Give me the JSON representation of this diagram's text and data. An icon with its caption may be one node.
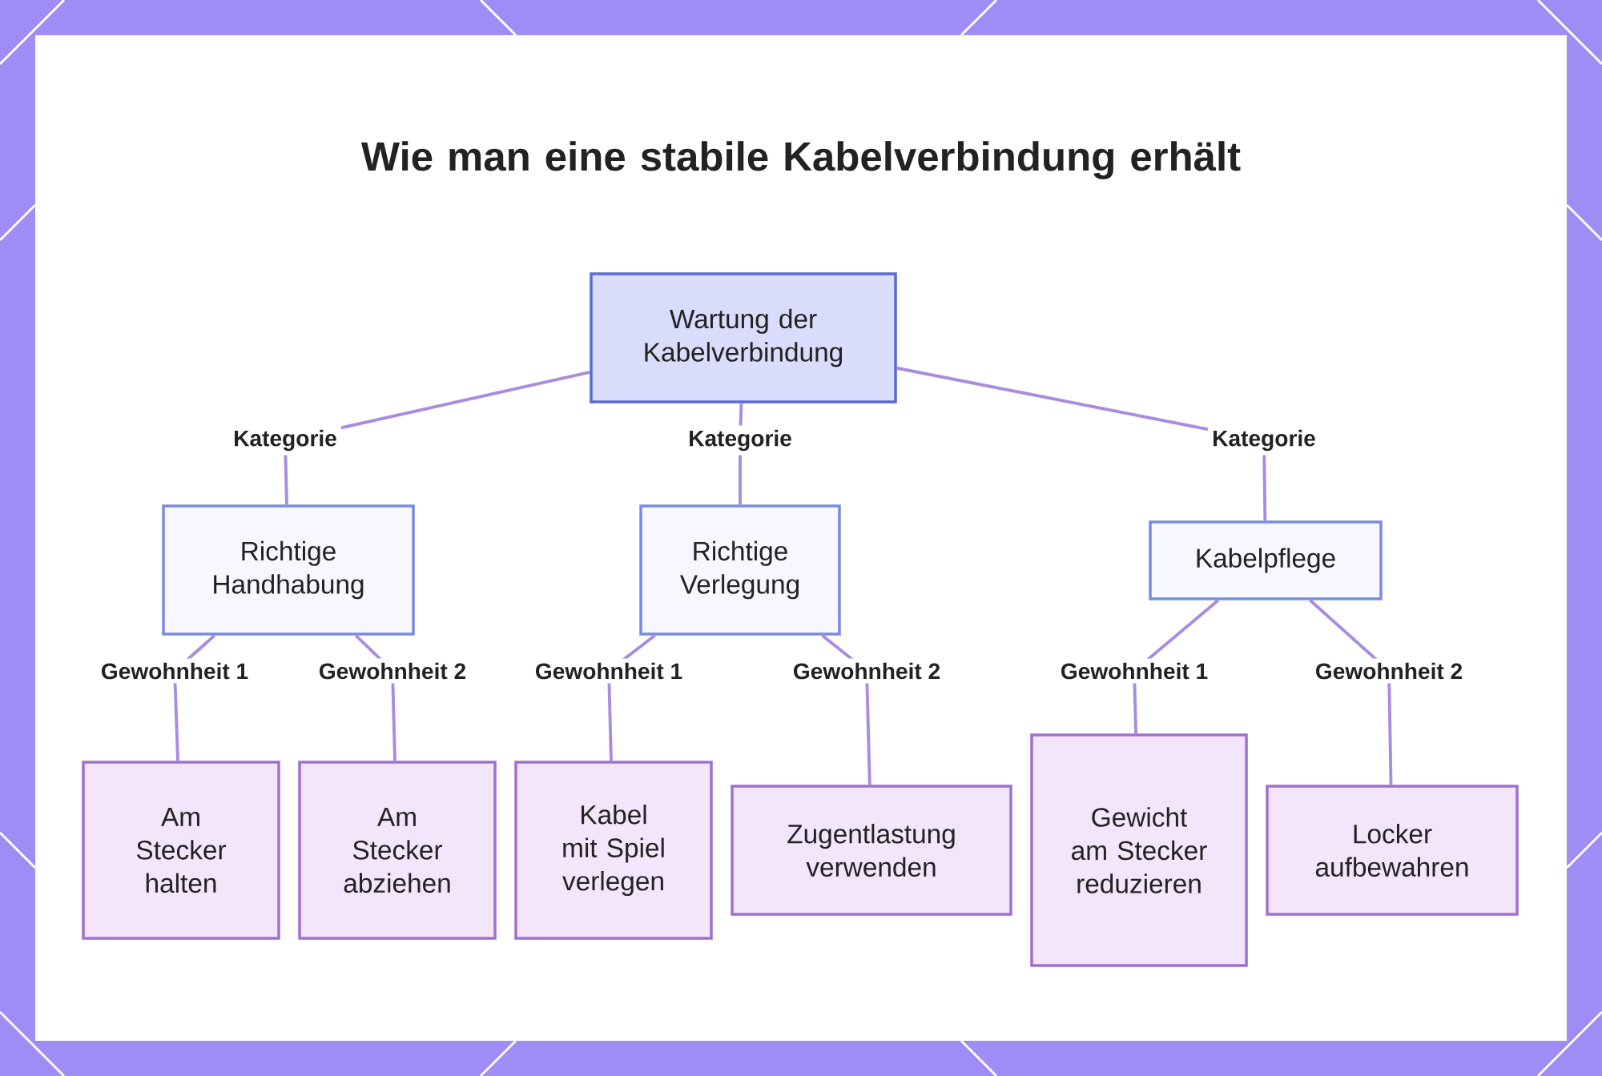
{
  "diagram": {
    "title": "Wie man eine stabile Kabelverbindung erhält",
    "nodes": [
      {
        "text": [
          "Wartung der Kabelverbindung"
        ]
      },
      {
        "text": [
          "Richtige Handhabung"
        ]
      },
      {
        "text": [
          "Richtige Verlegung"
        ]
      },
      {
        "text": [
          "Kabelpflege"
        ]
      },
      {
        "text": [
          "Am Stecker halten"
        ]
      },
      {
        "text": [
          "Am Stecker abziehen"
        ]
      },
      {
        "text": [
          "Kabel mit Spiel verlegen"
        ]
      },
      {
        "text": [
          "Zugentlastung verwenden"
        ]
      },
      {
        "text": [
          "Gewicht am Stecker reduzieren"
        ]
      },
      {
        "text": [
          "Locker aufbewahren"
        ]
      }
    ],
    "edges": [
      {
        "from": 0,
        "to": 1,
        "arrow": "none",
        "label": "Kategorie"
      },
      {
        "from": 0,
        "to": 2,
        "arrow": "none",
        "label": "Kategorie"
      },
      {
        "from": 0,
        "to": 3,
        "arrow": "none",
        "label": "Kategorie"
      },
      {
        "from": 1,
        "to": 4,
        "arrow": "none",
        "label": "Gewohnheit 1"
      },
      {
        "from": 1,
        "to": 5,
        "arrow": "none",
        "label": "Gewohnheit 2"
      },
      {
        "from": 2,
        "to": 6,
        "arrow": "none",
        "label": "Gewohnheit 1"
      },
      {
        "from": 2,
        "to": 7,
        "arrow": "none",
        "label": "Gewohnheit 2"
      },
      {
        "from": 3,
        "to": 8,
        "arrow": "none",
        "label": "Gewohnheit 1"
      },
      {
        "from": 3,
        "to": 9,
        "arrow": "none",
        "label": "Gewohnheit 2"
      }
    ]
  }
}
